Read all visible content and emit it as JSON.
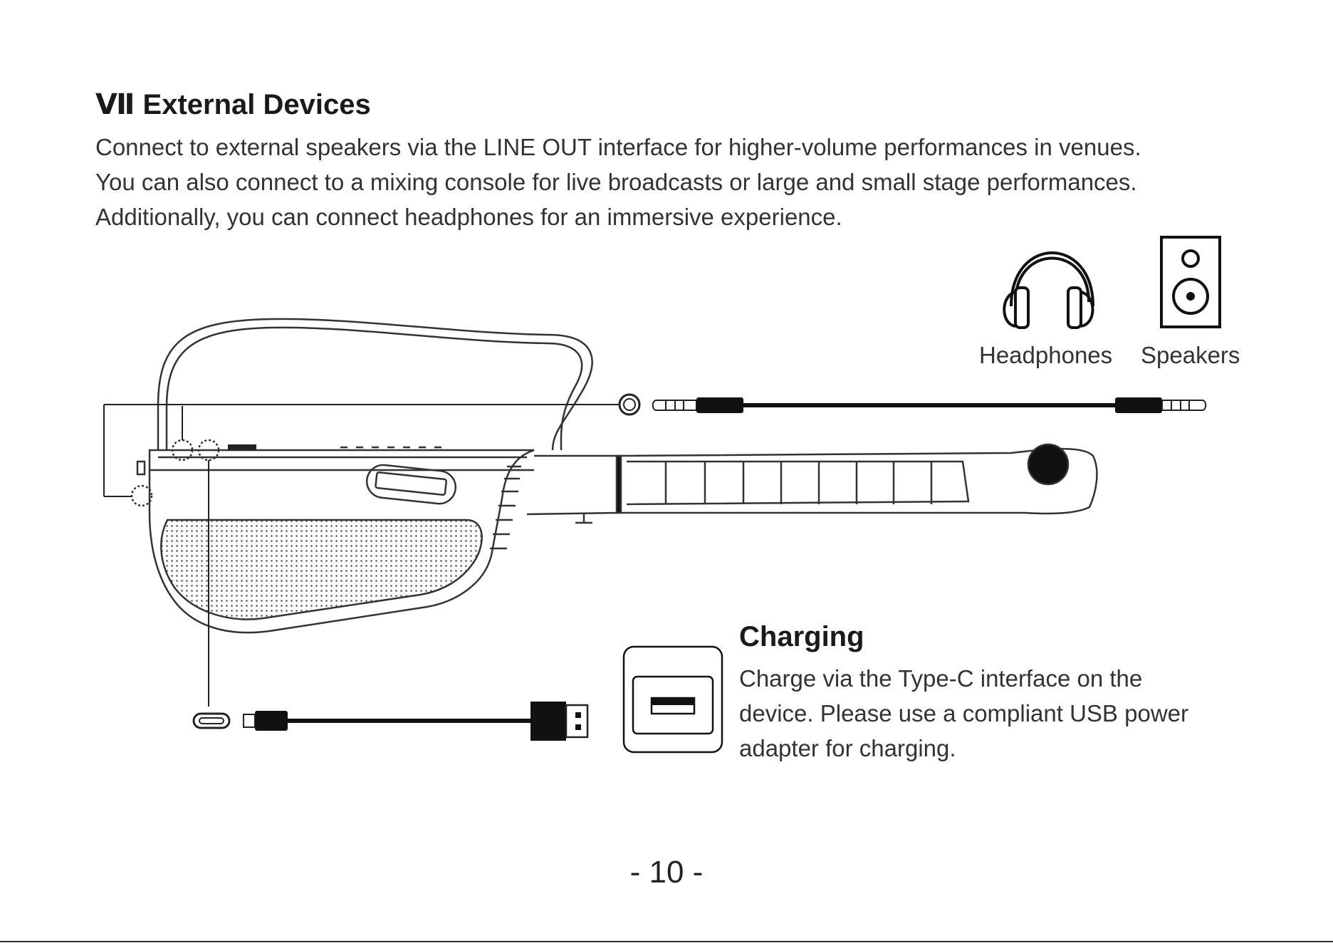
{
  "section": {
    "title": "Ⅶ External Devices",
    "paragraph": [
      "Connect to external speakers via the LINE OUT interface for higher-volume performances in venues.",
      "You can also connect to a mixing console for live broadcasts or large and small stage performances.",
      "Additionally, you can connect headphones for an immersive experience."
    ]
  },
  "devices": {
    "headphones_label": "Headphones",
    "speakers_label": "Speakers"
  },
  "charging": {
    "title": "Charging",
    "lines": [
      "Charge via the Type-C interface on the",
      "device. Please use a compliant USB power",
      "adapter for charging."
    ]
  },
  "footer": {
    "page_number": "- 10 -"
  }
}
